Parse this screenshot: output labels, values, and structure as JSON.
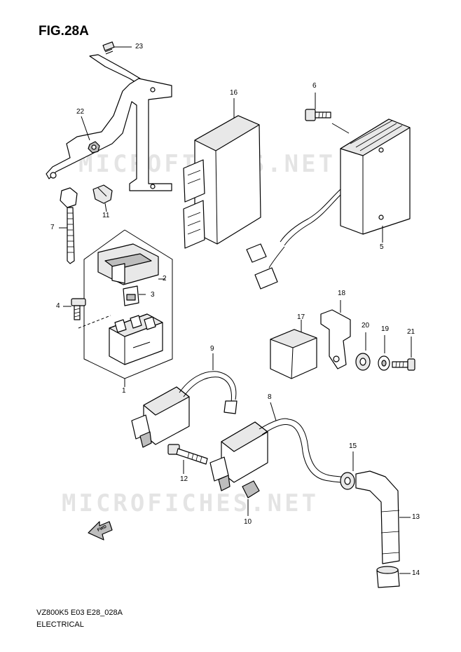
{
  "figure": {
    "title": "FIG.28A",
    "code": "VZ800K5 E03 E28_028A",
    "section": "ELECTRICAL"
  },
  "watermark": "MICROFICHES.NET",
  "arrow_label": "FWD",
  "callouts": {
    "c1": "1",
    "c2": "2",
    "c3": "3",
    "c4": "4",
    "c5": "5",
    "c6": "6",
    "c7": "7",
    "c8": "8",
    "c9": "9",
    "c10": "10",
    "c11": "11",
    "c12": "12",
    "c13": "13",
    "c14": "14",
    "c15": "15",
    "c16": "16",
    "c17": "17",
    "c18": "18",
    "c19": "19",
    "c20": "20",
    "c21": "21",
    "c22": "22",
    "c23": "23"
  }
}
